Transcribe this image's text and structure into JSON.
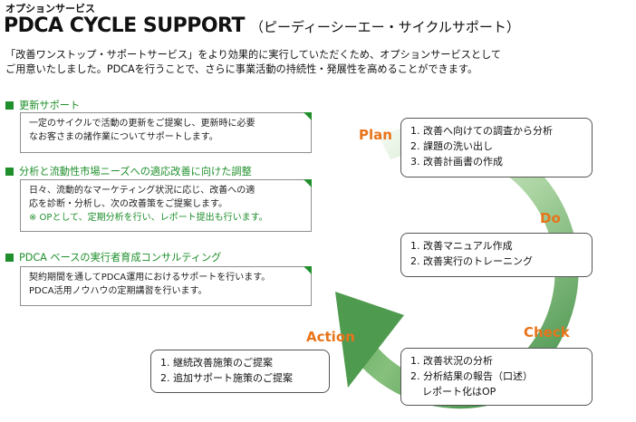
{
  "header": {
    "eyebrow": "オプションサービス",
    "title": "PDCA CYCLE SUPPORT",
    "title_reading": "（ピーディーシーエー・サイクルサポート）"
  },
  "intro": {
    "line1": "「改善ワンストップ・サポートサービス」をより効果的に実行していただくため、オプションサービスとして",
    "line2": "ご用意いたしました。PDCAを行うことで、さらに事業活動の持続性・発展性を高めることができます。"
  },
  "sections": [
    {
      "heading": "更新サポート",
      "lines": [
        "一定のサイクルで活動の更新をご提案し、更新時に必要",
        "なお客さまの諸作業についてサポートします。"
      ]
    },
    {
      "heading": "分析と流動性市場ニーズへの適応改善に向けた調整",
      "lines": [
        "日々、流動的なマーケティング状況に応じ、改善への適",
        "応を診断・分析し、次の改善策をご提案します。"
      ],
      "note": "※ OPとして、定期分析を行い、レポート提出も行います。"
    },
    {
      "heading": "PDCA ベースの実行者育成コンサルティング",
      "lines": [
        "契約期間を通してPDCA運用におけるサポートを行います。",
        "PDCA活用ノウハウの定期講習を行います。"
      ]
    }
  ],
  "cycle": {
    "plan": {
      "label": "Plan",
      "items": [
        "1. 改善へ向けての調査から分析",
        "2. 課題の洗い出し",
        "3. 改善計画書の作成"
      ]
    },
    "do": {
      "label": "Do",
      "items": [
        "1. 改善マニュアル作成",
        "2. 改善実行のトレーニング"
      ]
    },
    "check": {
      "label": "Check",
      "items": [
        "1. 改善状況の分析",
        "2. 分析結果の報告（口述）",
        "レポート化はOP"
      ]
    },
    "action": {
      "label": "Action",
      "items": [
        "1. 継続改善施策のご提案",
        "2. 追加サポート施策のご提案"
      ]
    }
  },
  "colors": {
    "accent_green": "#1f8f2c",
    "stage_orange": "#e8741a",
    "arrow_dark": "#4e9a4e",
    "arrow_light": "#eef6ec"
  }
}
